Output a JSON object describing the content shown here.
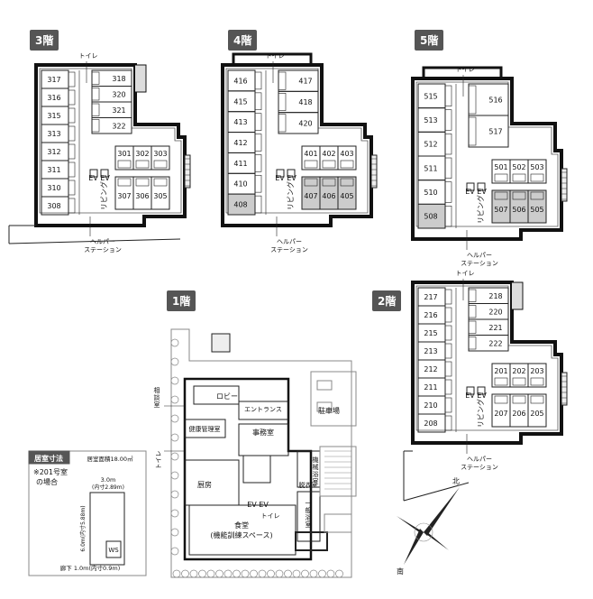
{
  "floors": {
    "f3": {
      "badge": "3階",
      "toilet": "トイレ",
      "ev": "EV EV",
      "living": "リビング",
      "station": [
        "ヘルパー",
        "ステーション"
      ],
      "left_rooms": [
        "317",
        "316",
        "315",
        "313",
        "312",
        "311",
        "310",
        "308"
      ],
      "right_col_rooms": [
        "318",
        "320",
        "321",
        "322"
      ],
      "wing_top": [
        "301",
        "302",
        "303"
      ],
      "wing_bottom": [
        "307",
        "306",
        "305"
      ]
    },
    "f4": {
      "badge": "4階",
      "toilet": "トイレ",
      "ev": "EV EV",
      "living": "リビング",
      "station": [
        "ヘルパー",
        "ステーション"
      ],
      "left_rooms": [
        "416",
        "415",
        "413",
        "412",
        "411",
        "410",
        "408"
      ],
      "right_col_rooms": [
        "417",
        "418",
        "420"
      ],
      "wing_top": [
        "401",
        "402",
        "403"
      ],
      "wing_bottom": [
        "407",
        "406",
        "405"
      ]
    },
    "f5": {
      "badge": "5階",
      "toilet": "トイレ",
      "ev": "EV EV",
      "living": "リビング",
      "station": [
        "ヘルパー",
        "ステーション"
      ],
      "left_rooms": [
        "515",
        "513",
        "512",
        "511",
        "510",
        "508"
      ],
      "right_col_rooms": [
        "516",
        "517"
      ],
      "wing_top": [
        "501",
        "502",
        "503"
      ],
      "wing_bottom": [
        "507",
        "506",
        "505"
      ]
    },
    "f2": {
      "badge": "2階",
      "toilet": "トイレ",
      "ev": "EV EV",
      "living": "リビング",
      "station": [
        "ヘルパー",
        "ステーション"
      ],
      "left_rooms": [
        "217",
        "216",
        "215",
        "213",
        "212",
        "211",
        "210",
        "208"
      ],
      "right_col_rooms": [
        "218",
        "220",
        "221",
        "222"
      ],
      "wing_top": [
        "201",
        "202",
        "203"
      ],
      "wing_bottom": [
        "207",
        "206",
        "205"
      ]
    },
    "f1": {
      "badge": "1階",
      "labels": {
        "lobby": "ロビー",
        "entrance": "エントランス",
        "consult": [
          "相",
          "談",
          "室"
        ],
        "health": "健康管理室",
        "office": "事務室",
        "toilet_left": "トイレ",
        "kitchen": "厨房",
        "bath": [
          "機",
          "械",
          "浴",
          "室"
        ],
        "dressing": "脱衣室",
        "general_bath": [
          "一",
          "般",
          "浴",
          "室"
        ],
        "ev": "EV EV",
        "toilet": "トイレ",
        "dining": [
          "食堂",
          "(機能訓練スペース)"
        ],
        "parking": "駐車場"
      }
    }
  },
  "room_spec": {
    "title": "居室寸法",
    "area": "居室面積18.00㎡",
    "note": [
      "※201号室",
      "の場合"
    ],
    "width": [
      "3.0m",
      "(内寸2.89m)"
    ],
    "depth": "6.0m(内寸5.88m)",
    "ws": "WS",
    "corridor": "廊下 1.0m(内寸0.9m)"
  },
  "compass": {
    "north": "北",
    "south": "南"
  }
}
